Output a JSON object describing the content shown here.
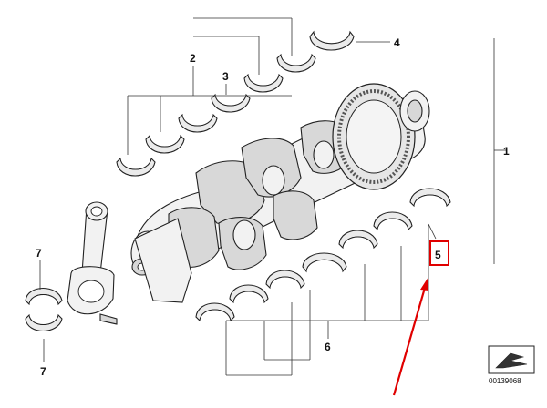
{
  "diagram": {
    "callouts": [
      {
        "id": "1",
        "text": "1"
      },
      {
        "id": "2",
        "text": "2"
      },
      {
        "id": "3",
        "text": "3"
      },
      {
        "id": "4",
        "text": "4"
      },
      {
        "id": "5",
        "text": "5"
      },
      {
        "id": "6",
        "text": "6"
      },
      {
        "id": "7a",
        "text": "7"
      },
      {
        "id": "7b",
        "text": "7"
      }
    ],
    "highlight_color": "#e00000",
    "reference_number": "00139068"
  }
}
